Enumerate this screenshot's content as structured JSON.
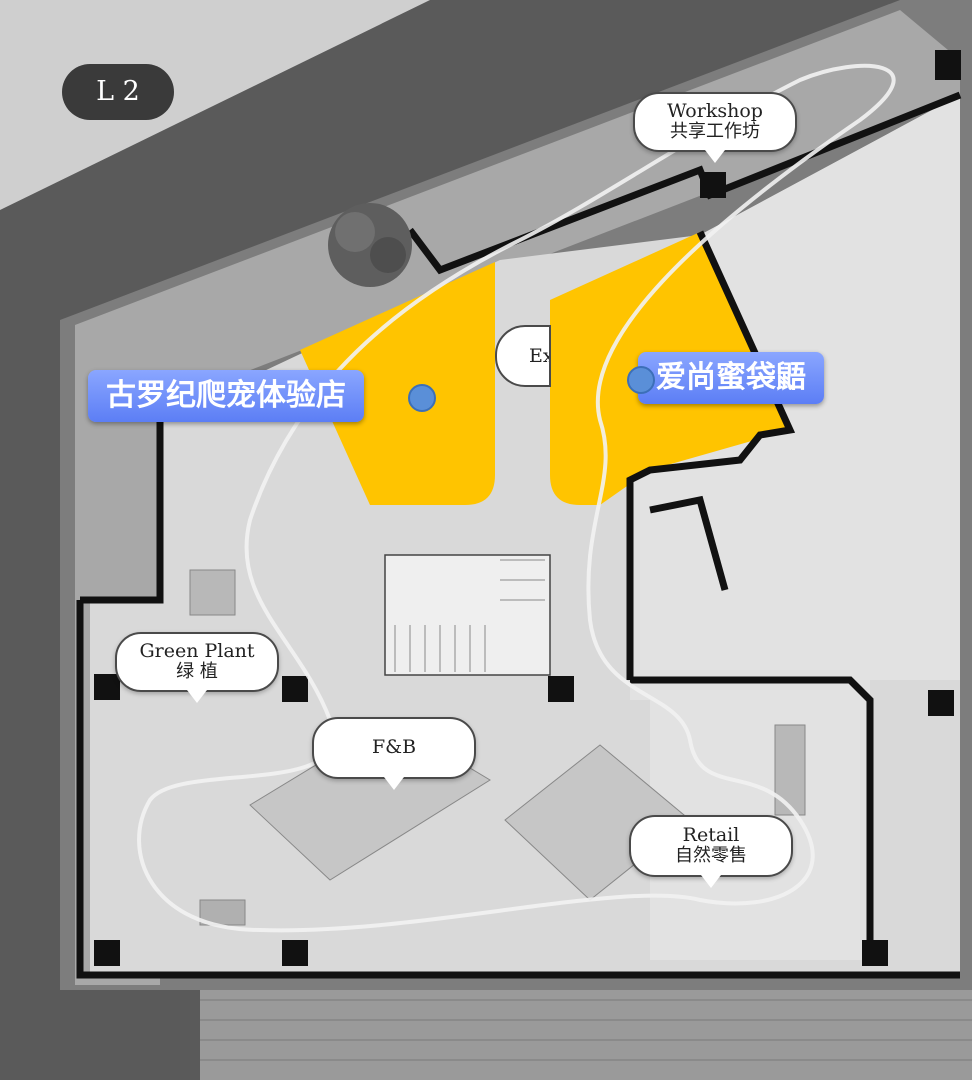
{
  "floor": "L 2",
  "zones": {
    "workshop": {
      "en": "Workshop",
      "zh": "共享工作坊"
    },
    "green_plant": {
      "en": "Green Plant",
      "zh": "绿 植"
    },
    "fnb": {
      "en": "F&B"
    },
    "retail": {
      "en": "Retail",
      "zh": "自然零售"
    },
    "exit_partial": "Ex"
  },
  "shops": {
    "left": "古罗纪爬宠体验店",
    "right": "爱尚蜜袋鼯"
  },
  "colors": {
    "highlight": "#ffc400",
    "label_blue": "#6b8af8",
    "pin_blue": "#5a8fd8",
    "floor_badge": "#3a3a3a"
  },
  "icons": [
    "map-pin-icon"
  ]
}
